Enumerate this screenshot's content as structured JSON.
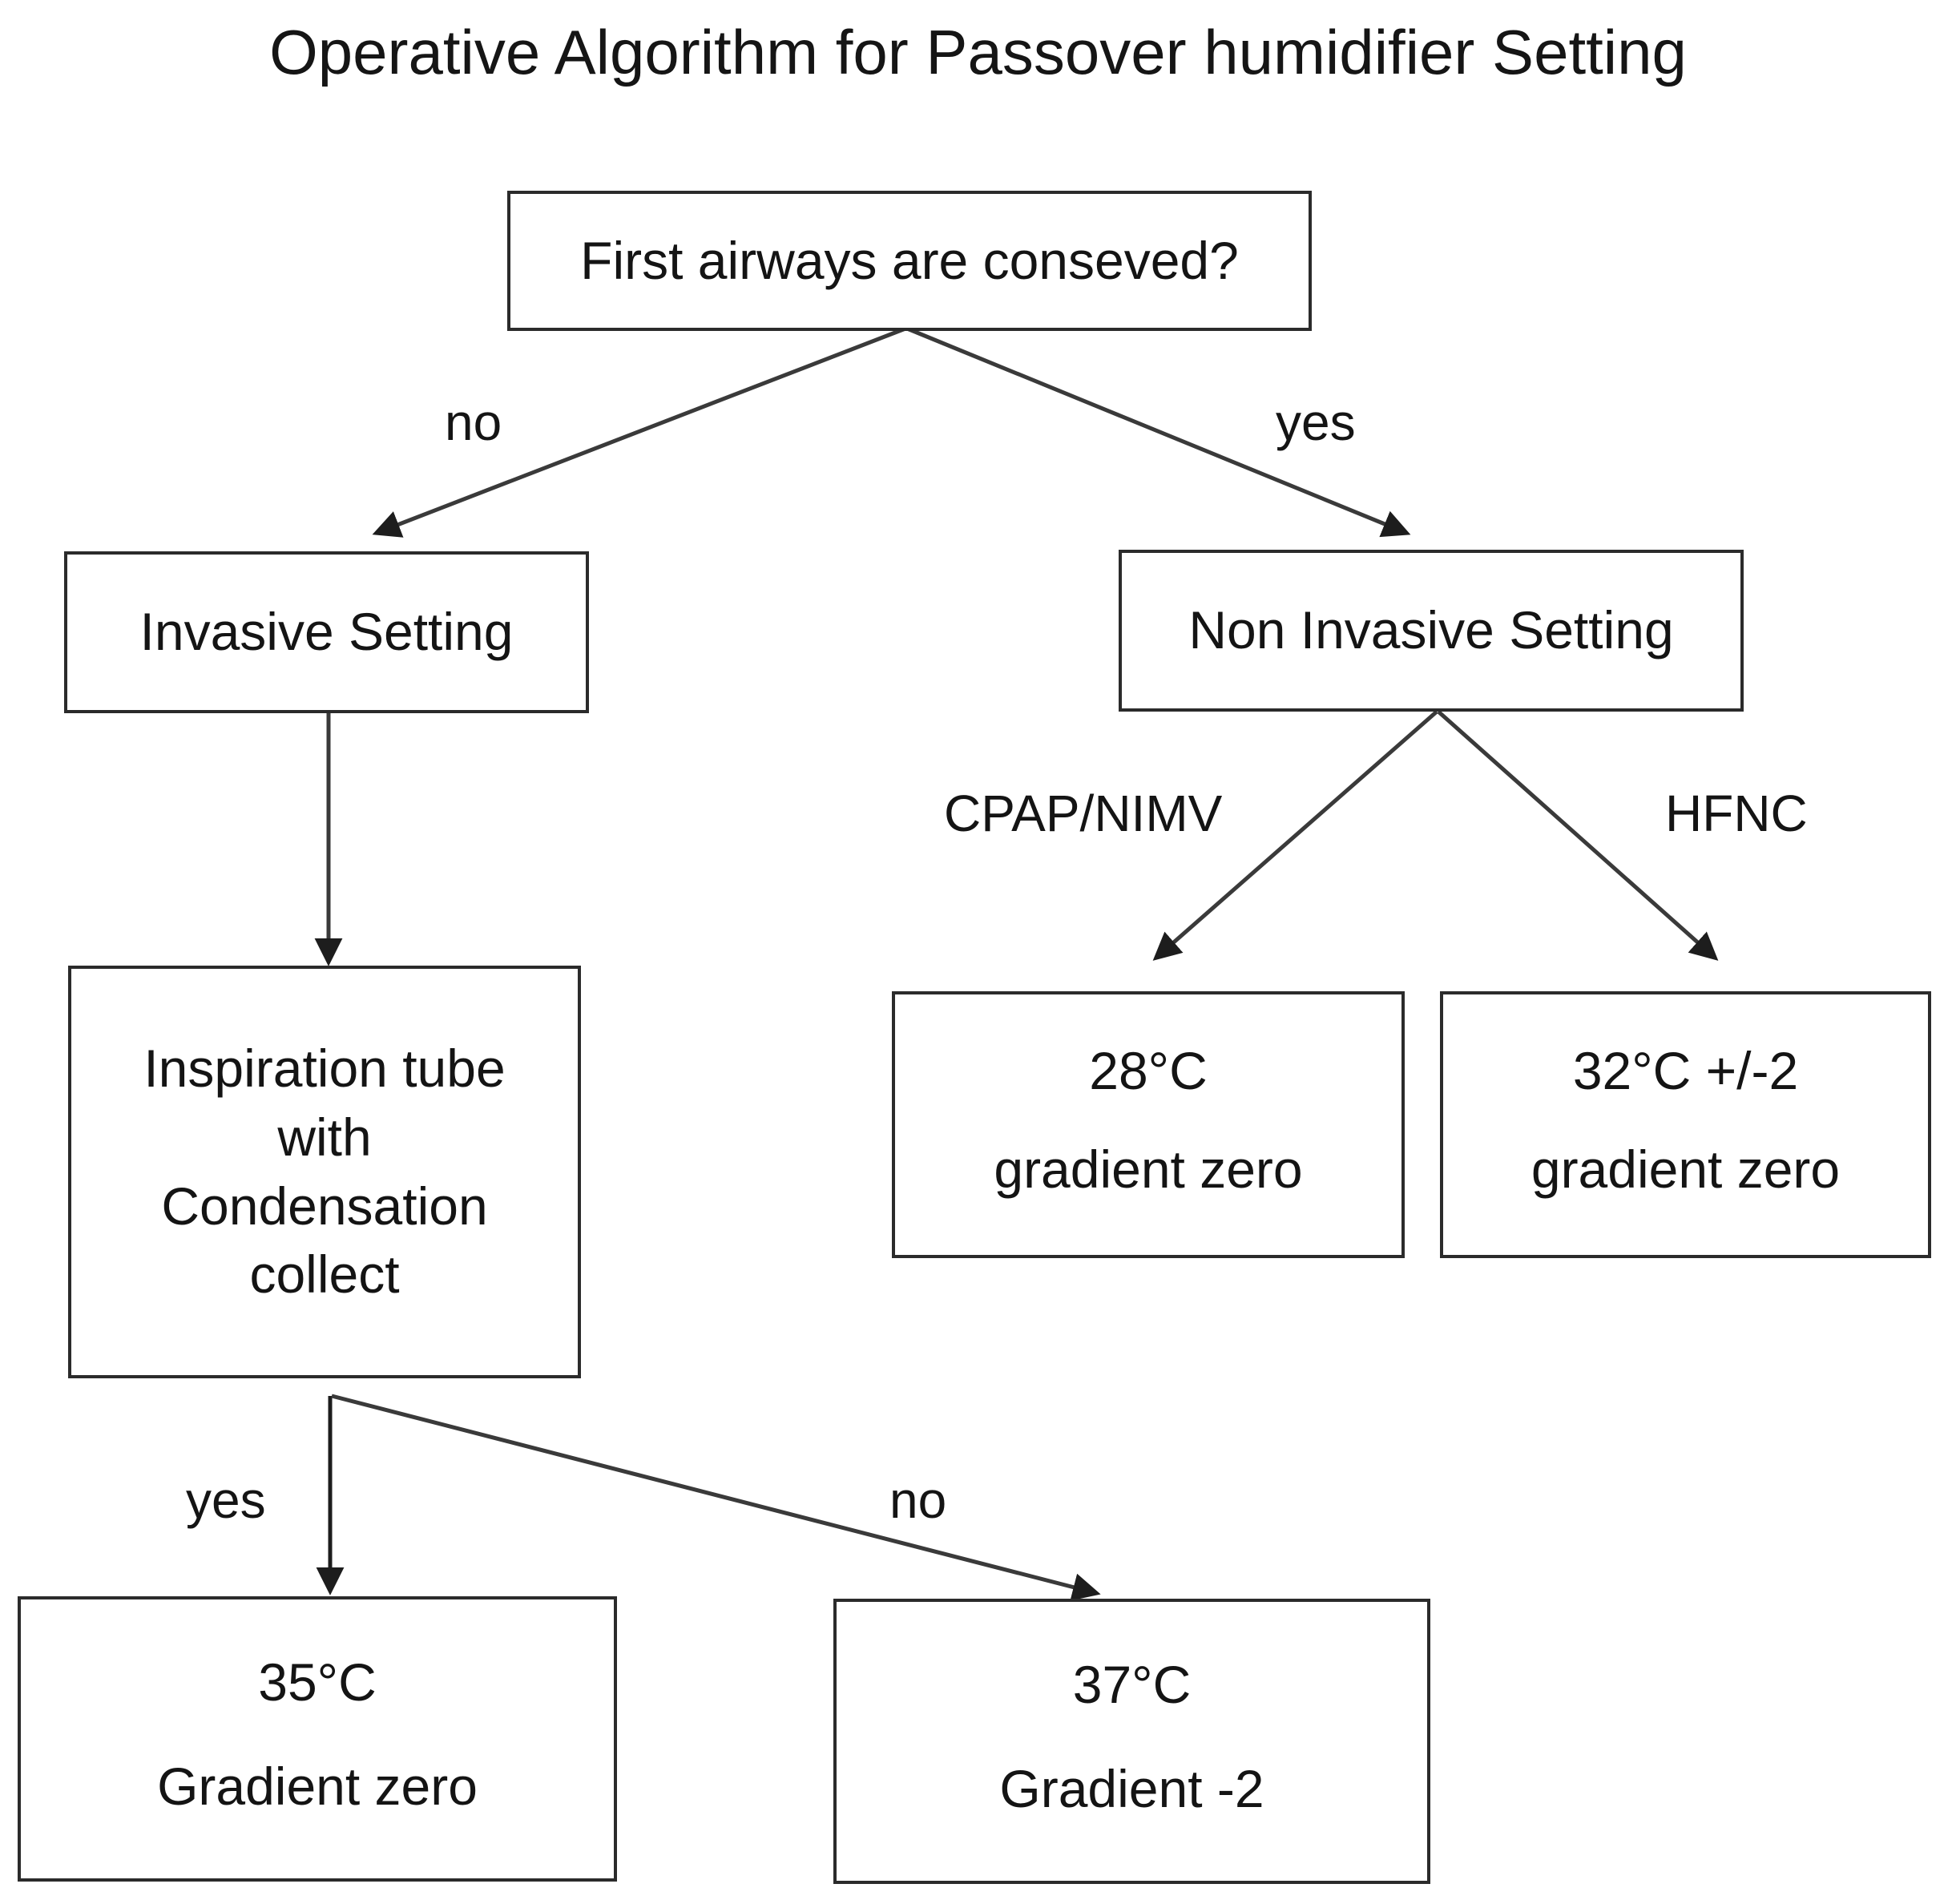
{
  "diagram": {
    "title": "Operative Algorithm for Passover humidifier Setting",
    "type": "flowchart",
    "nodes": {
      "root": {
        "id": "root",
        "text": "First airways are conseved?"
      },
      "invasive": {
        "id": "invasive",
        "text": "Invasive Setting"
      },
      "non_invasive": {
        "id": "non_invasive",
        "text": "Non Invasive Setting"
      },
      "inspiration_tube": {
        "id": "inspiration_tube",
        "line1": "Inspiration tube",
        "line2": "with",
        "line3": "Condensation",
        "line4": "collect"
      },
      "cpap_result": {
        "id": "cpap_result",
        "line1": "28°C",
        "line2": "gradient zero"
      },
      "hfnc_result": {
        "id": "hfnc_result",
        "line1": "32°C +/-2",
        "line2": "gradient zero"
      },
      "result_yes": {
        "id": "result_yes",
        "line1": "35°C",
        "line2": "Gradient zero"
      },
      "result_no": {
        "id": "result_no",
        "line1": "37°C",
        "line2": "Gradient -2"
      }
    },
    "edges": [
      {
        "id": "root-no",
        "from": "root",
        "to": "invasive",
        "label": "no"
      },
      {
        "id": "root-yes",
        "from": "root",
        "to": "non_invasive",
        "label": "yes"
      },
      {
        "id": "invasive-down",
        "from": "invasive",
        "to": "inspiration_tube",
        "label": ""
      },
      {
        "id": "ni-cpap",
        "from": "non_invasive",
        "to": "cpap_result",
        "label": "CPAP/NIMV"
      },
      {
        "id": "ni-hfnc",
        "from": "non_invasive",
        "to": "hfnc_result",
        "label": "HFNC"
      },
      {
        "id": "tube-yes",
        "from": "inspiration_tube",
        "to": "result_yes",
        "label": "yes"
      },
      {
        "id": "tube-no",
        "from": "inspiration_tube",
        "to": "result_no",
        "label": "no"
      }
    ],
    "colors": {
      "box_border": "#2b2b2b",
      "text": "#141414",
      "line": "#3a3a3a",
      "background": "#ffffff"
    }
  }
}
